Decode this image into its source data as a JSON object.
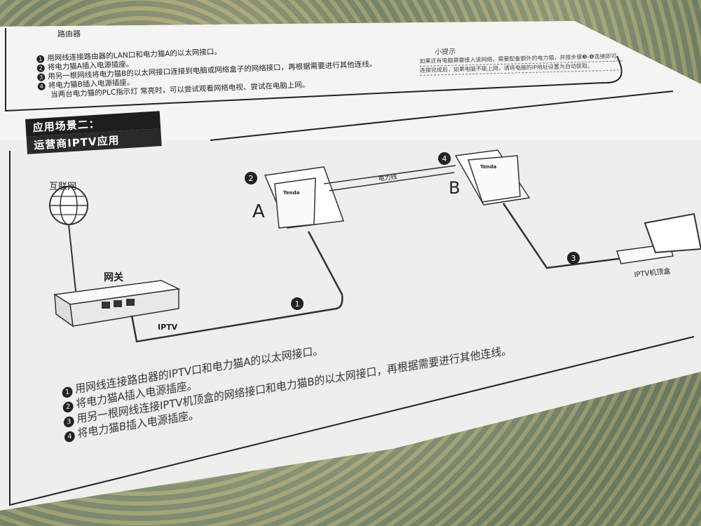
{
  "top_section": {
    "router_label": "路由器",
    "steps": [
      {
        "num": "1",
        "text": "用网线连接路由器的LAN口和电力猫A的以太网接口。"
      },
      {
        "num": "2",
        "text": "将电力猫A插入电源插座。"
      },
      {
        "num": "3",
        "text": "用另一根网线将电力猫B的以太网接口连接到电脑或网络盒子的网络接口，再根据需要进行其他连线。"
      },
      {
        "num": "4",
        "text": "将电力猫B插入电源插座。"
      }
    ],
    "note": "当两台电力猫的PLC指示灯 常亮时，可以尝试观看网络电视、尝试在电脑上网。",
    "tip": {
      "title": "小提示",
      "items": [
        "如果还有电脑需要接入该网络，需要配备额外的电力猫，并按步骤❸-❹连接即可。",
        "连接完成后，如果电脑不能上网，请将电脑的IP地址设置为自动获取。"
      ]
    }
  },
  "scenario": {
    "title_line1": "应用场景二：",
    "title_line2": "运营商IPTV应用",
    "diagram": {
      "internet_label": "互联网",
      "gateway_label": "网关",
      "iptv_port_label": "IPTV",
      "adapter_a_label": "A",
      "adapter_b_label": "B",
      "brand": "Tenda",
      "powerline_label": "电力线",
      "settop_label": "IPTV机顶盒",
      "markers": [
        "1",
        "2",
        "3",
        "4"
      ]
    },
    "steps": [
      {
        "num": "1",
        "text": "用网线连接路由器的IPTV口和电力猫A的以太网接口。"
      },
      {
        "num": "2",
        "text": "将电力猫A插入电源插座。"
      },
      {
        "num": "3",
        "text": "用另一根网线连接IPTV机顶盒的网络接口和电力猫B的以太网接口，再根据需要进行其他连线。"
      },
      {
        "num": "4",
        "text": "将电力猫B插入电源插座。"
      }
    ]
  },
  "colors": {
    "ink": "#222222",
    "paper": "#f2f2f0",
    "fabric": "#7d8a6e"
  }
}
